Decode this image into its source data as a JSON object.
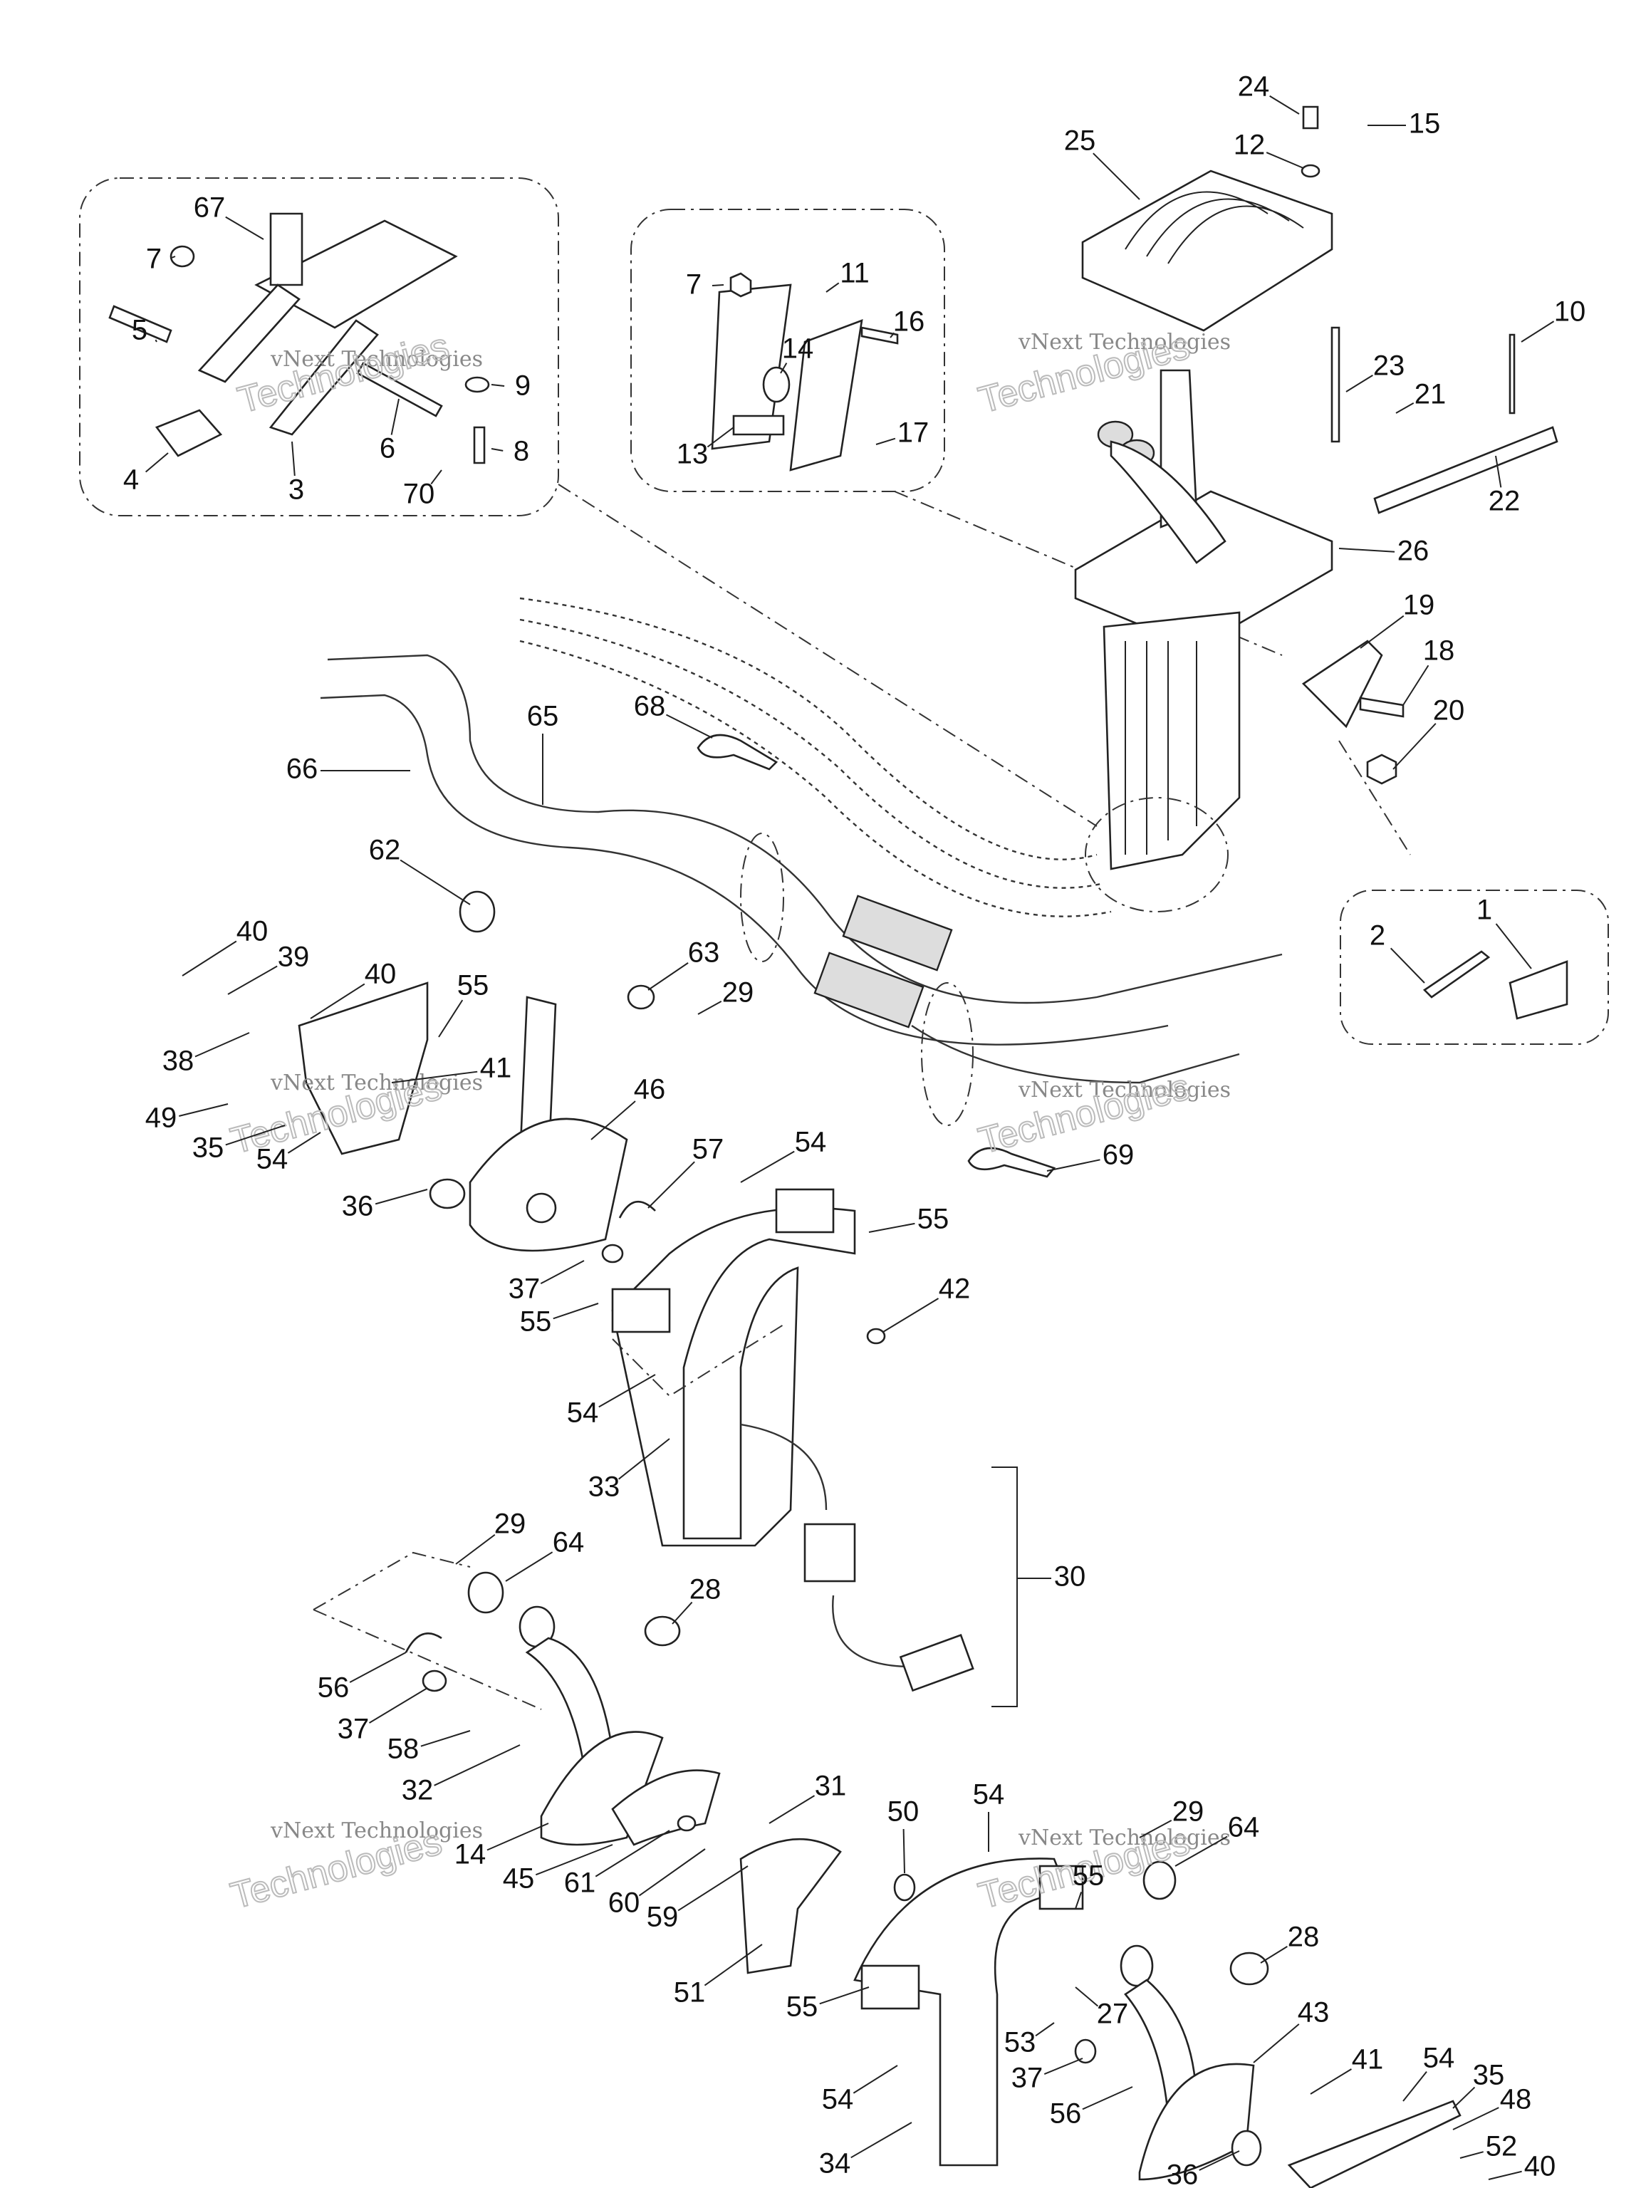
{
  "diagram": {
    "type": "exploded parts diagram",
    "watermark": "vNext Technologies",
    "watermark_line1": "vNext",
    "watermark_line2": "Technologies",
    "callouts": [
      "24",
      "15",
      "25",
      "12",
      "10",
      "23",
      "21",
      "22",
      "26",
      "19",
      "18",
      "20",
      "67",
      "7",
      "5",
      "9",
      "6",
      "8",
      "4",
      "3",
      "70",
      "7",
      "11",
      "16",
      "14",
      "13",
      "17",
      "68",
      "65",
      "66",
      "62",
      "1",
      "2",
      "40",
      "39",
      "40",
      "55",
      "63",
      "29",
      "38",
      "41",
      "49",
      "35",
      "54",
      "46",
      "69",
      "36",
      "57",
      "54",
      "55",
      "37",
      "55",
      "42",
      "54",
      "33",
      "30",
      "29",
      "64",
      "28",
      "56",
      "37",
      "58",
      "32",
      "14",
      "45",
      "61",
      "60",
      "59",
      "31",
      "50",
      "54",
      "29",
      "64",
      "55",
      "51",
      "28",
      "55",
      "27",
      "43",
      "53",
      "41",
      "54",
      "35",
      "48",
      "37",
      "56",
      "54",
      "36",
      "52",
      "40",
      "34"
    ]
  }
}
